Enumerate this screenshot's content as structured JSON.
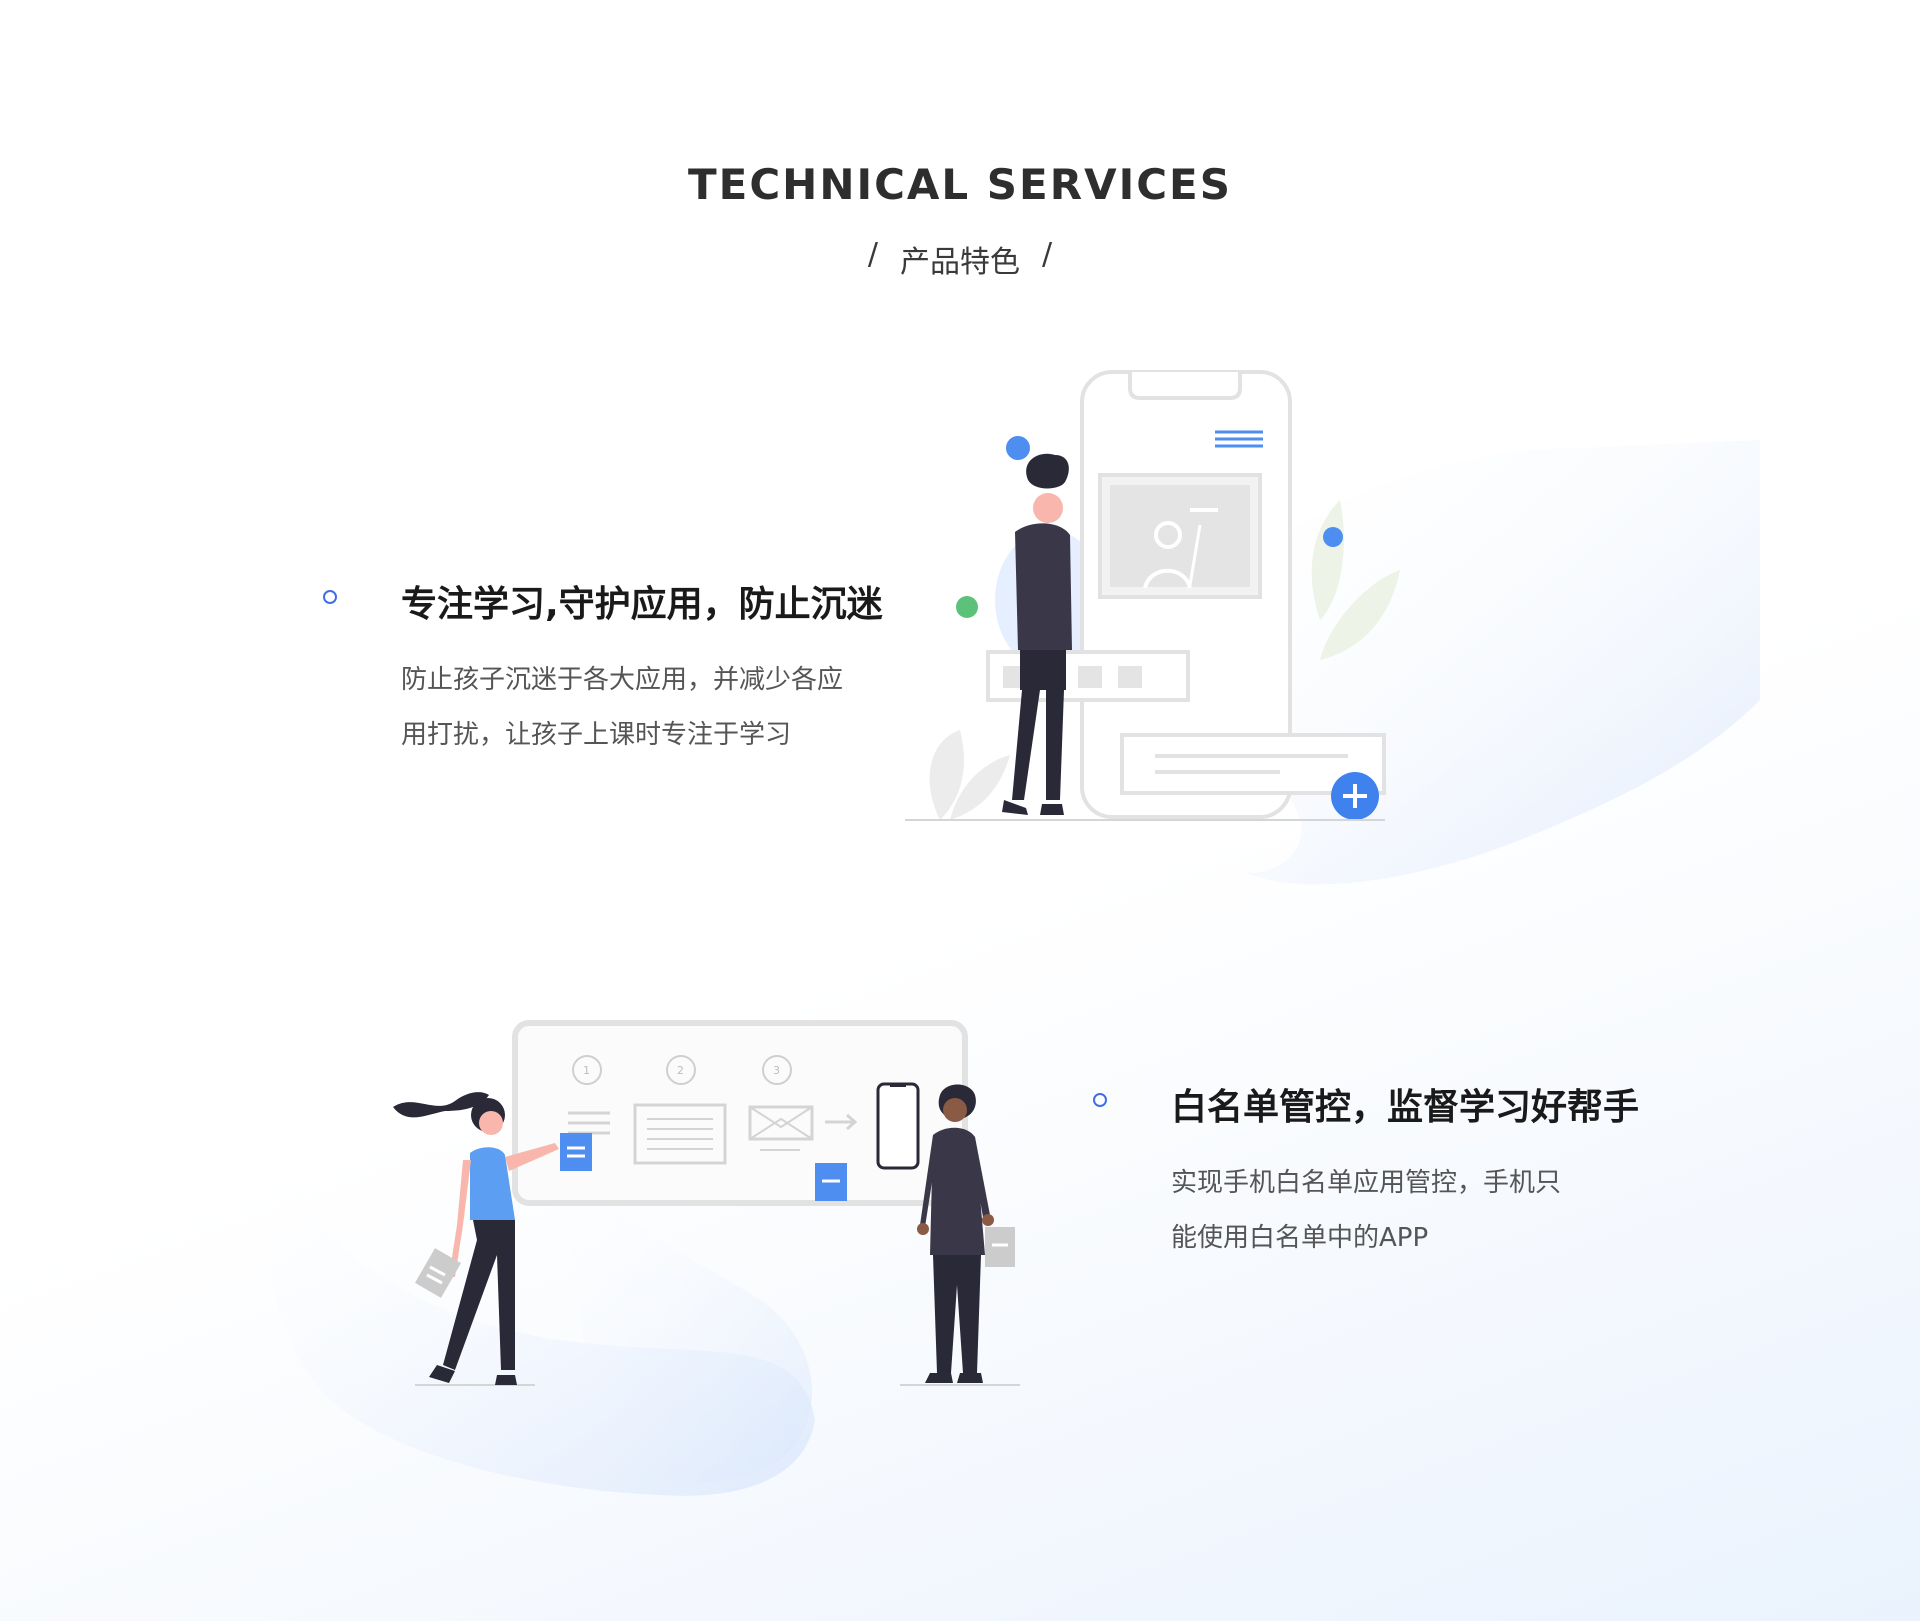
{
  "header": {
    "title": "TECHNICAL SERVICES",
    "subtitle": "产品特色",
    "slash": "/"
  },
  "features": [
    {
      "title": "专注学习,守护应用，防止沉迷",
      "desc_line1": "防止孩子沉迷于各大应用，并减少各应",
      "desc_line2": "用打扰，让孩子上课时专注于学习",
      "illustration": "phone-person-illustration"
    },
    {
      "title": "白名单管控，监督学习好帮手",
      "desc_line1": "实现手机白名单应用管控，手机只",
      "desc_line2": "能使用白名单中的APP",
      "illustration": "whiteboard-people-illustration"
    }
  ],
  "colors": {
    "accent": "#3f6ee8",
    "illustration_blue": "#4d8ef0",
    "illustration_green": "#5cc27a",
    "text_dark": "#1a1a1a",
    "text_body": "#555555"
  }
}
